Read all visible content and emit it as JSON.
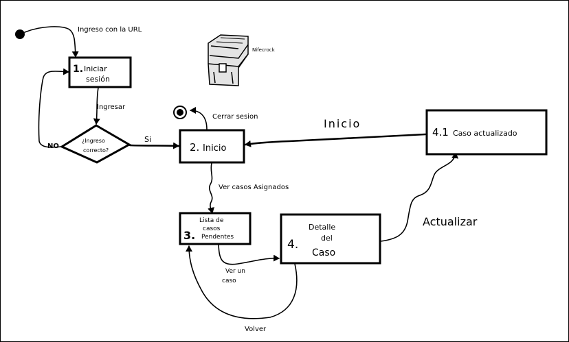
{
  "nodes": {
    "login": {
      "number": "1.",
      "line1": "Iniciar",
      "line2": "sesión"
    },
    "decision": {
      "line1": "¿Ingreso",
      "line2": "correcto?"
    },
    "home": {
      "number": "2.",
      "label": "Inicio"
    },
    "list": {
      "number": "3.",
      "line1": "Lista de",
      "line2": "casos",
      "line3": "Pendentes"
    },
    "detail": {
      "number": "4.",
      "line1": "Detalle",
      "line2": "del",
      "line3": "Caso"
    },
    "updated": {
      "number": "4.1",
      "label": "Caso actualizado"
    }
  },
  "edges": {
    "start": "Ingreso con la URL",
    "login_to_decision": "Ingresar",
    "yes": "Si",
    "no": "NO",
    "logout": "Cerrar sesion",
    "home_to_list": "Ver casos Asignados",
    "list_to_detail_1": "Ver un",
    "list_to_detail_2": "caso",
    "back": "Volver",
    "update": "Actualizar",
    "updated_to_home": "Inicio"
  },
  "logo": {
    "label": "Nifecrock"
  }
}
